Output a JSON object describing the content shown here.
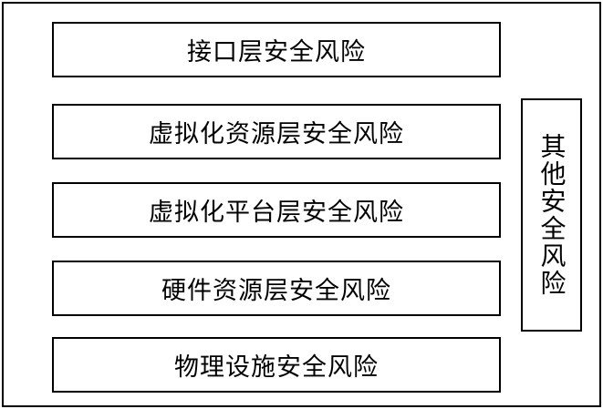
{
  "layers": [
    {
      "label": "接口层安全风险"
    },
    {
      "label": "虚拟化资源层安全风险"
    },
    {
      "label": "虚拟化平台层安全风险"
    },
    {
      "label": "硬件资源层安全风险"
    },
    {
      "label": "物理设施安全风险"
    }
  ],
  "side": {
    "label": "其他安全风险"
  },
  "colors": {
    "line": "#000000",
    "background": "#ffffff"
  }
}
